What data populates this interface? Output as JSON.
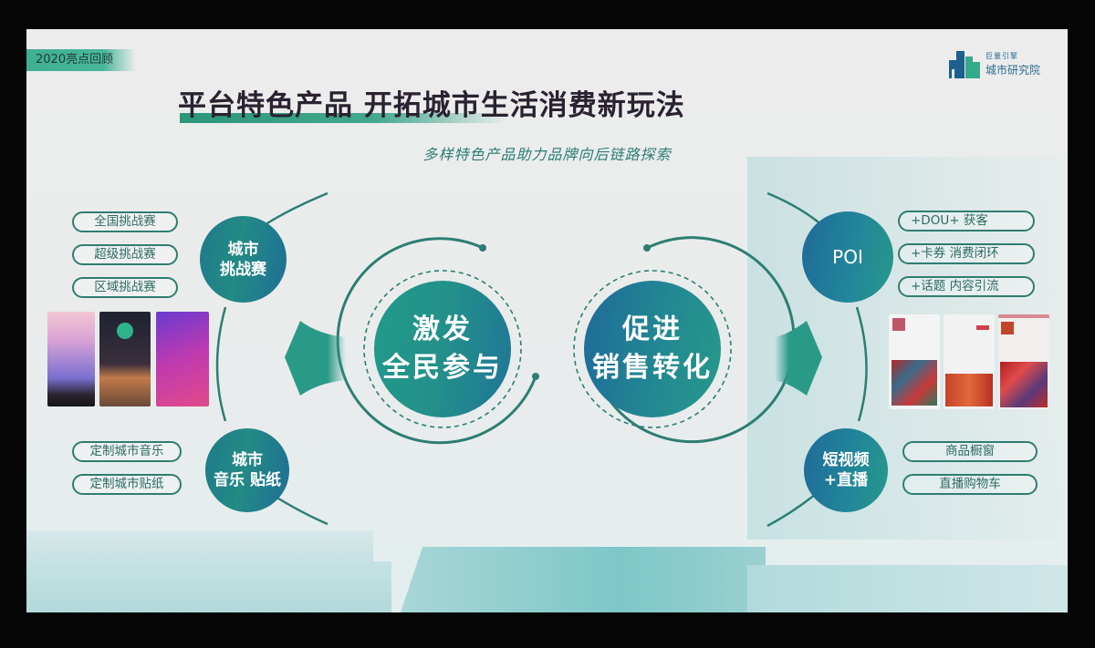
{
  "slide": {
    "section_tag": "2020亮点回顾",
    "logo": {
      "line1": "巨量引擎",
      "line2": "城市研究院"
    },
    "title": "平台特色产品 开拓城市生活消费新玩法",
    "subtitle": "多样特色产品助力品牌向后链路探索"
  },
  "left": {
    "challenge_node": "城市\n挑战赛",
    "challenge_items": [
      "全国挑战赛",
      "超级挑战赛",
      "区域挑战赛"
    ],
    "music_node": "城市\n音乐 贴纸",
    "music_items": [
      "定制城市音乐",
      "定制城市贴纸"
    ]
  },
  "center": {
    "left_circle": {
      "line1": "激发",
      "line2": "全民参与"
    },
    "right_circle": {
      "line1": "促进",
      "line2": "销售转化"
    }
  },
  "right": {
    "poi_node": "POI",
    "poi_items": [
      "+DOU+  获客",
      "+卡券  消费闭环",
      "+话题  内容引流"
    ],
    "video_node": "短视频\n+直播",
    "video_items": [
      "商品橱窗",
      "直播购物车"
    ]
  },
  "colors": {
    "teal": "#259a86",
    "blue": "#1f6a99",
    "pill_border": "#2f7d70",
    "title": "#2a2230"
  }
}
